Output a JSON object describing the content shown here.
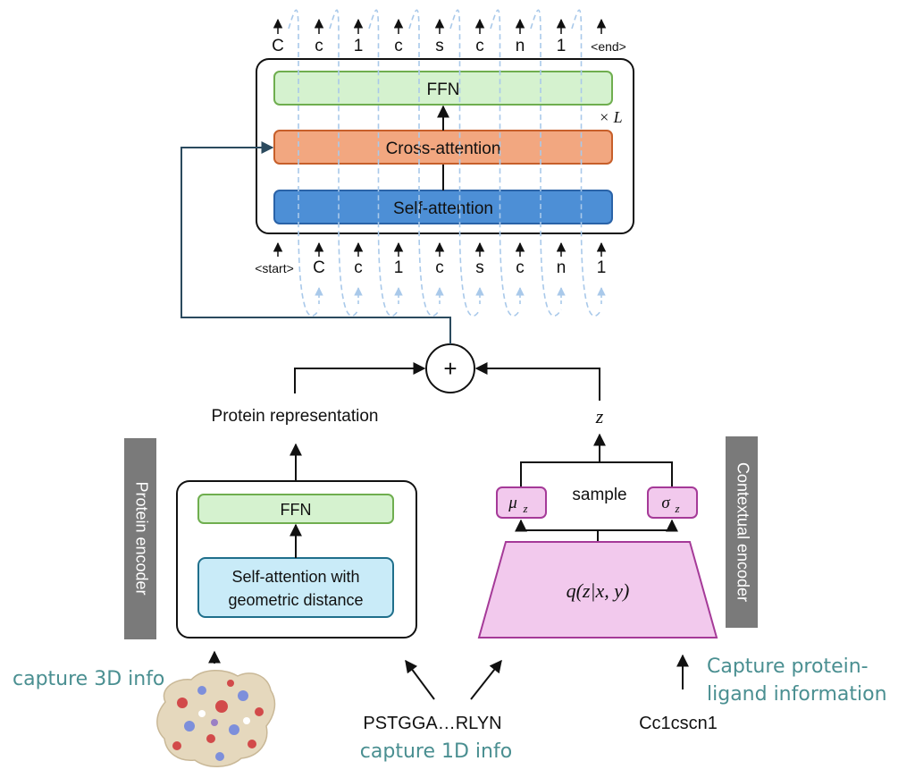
{
  "decoder": {
    "ffn_label": "FFN",
    "cross_attention_label": "Cross-attention",
    "self_attention_label": "Self-attention",
    "repeat_label": "× L",
    "output_tokens": [
      "C",
      "c",
      "1",
      "c",
      "s",
      "c",
      "n",
      "1",
      "<end>"
    ],
    "input_tokens": [
      "<start>",
      "C",
      "c",
      "1",
      "c",
      "s",
      "c",
      "n",
      "1"
    ]
  },
  "merge": {
    "plus_symbol": "+",
    "protein_representation_label": "Protein representation",
    "z_label": "z"
  },
  "protein_encoder": {
    "side_label": "Protein encoder",
    "ffn_label": "FFN",
    "attention_line1": "Self-attention with",
    "attention_line2": "geometric distance"
  },
  "contextual_encoder": {
    "side_label": "Contextual encoder",
    "sample_label": "sample",
    "mu_label": "μ",
    "mu_sub": "z",
    "sigma_label": "σ",
    "sigma_sub": "z",
    "q_label": "q(z|x, y)"
  },
  "inputs": {
    "capture_3d": "capture 3D info",
    "sequence": "PSTGGA…RLYN",
    "capture_1d": "capture 1D info",
    "ligand": "Cc1cscn1",
    "capture_ligand_line1": "Capture protein-",
    "capture_ligand_line2": "ligand information"
  },
  "colors": {
    "ffn_fill": "#d5f2cf",
    "ffn_stroke": "#6fae4f",
    "cross_fill": "#f2a780",
    "cross_stroke": "#c75f2a",
    "self_fill": "#4d8fd6",
    "self_stroke": "#2a63a8",
    "geo_fill": "#c9ebf8",
    "geo_stroke": "#1f6f8b",
    "ctx_fill": "#f2c9ed",
    "ctx_stroke": "#a53a98",
    "side_fill": "#7a7a7a",
    "teal": "#4a8f91",
    "dashed": "#a9c9ea",
    "feedback": "#2b4a5e"
  }
}
